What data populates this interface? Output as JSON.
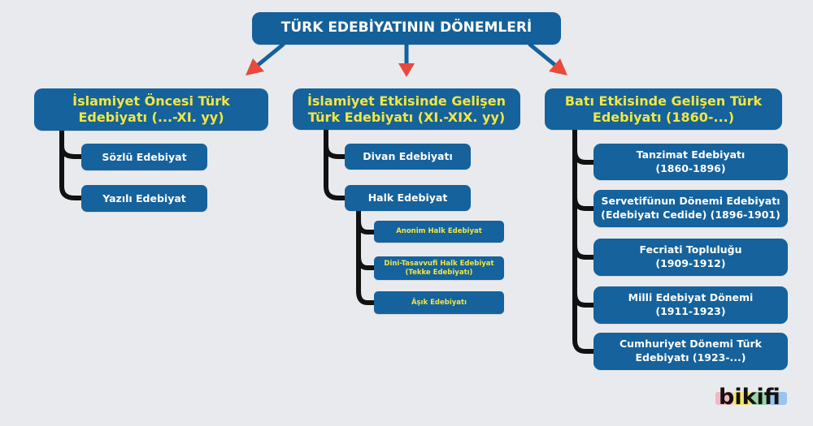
{
  "title": "TÜRK EDEBİYATININ DÖNEMLERİ",
  "categories": [
    {
      "label": "İslamiyet Öncesi Türk\nEdebiyatı (...-XI. yy)",
      "items": [
        "Sözlü Edebiyat",
        "Yazılı Edebiyat"
      ]
    },
    {
      "label": "İslamiyet Etkisinde Gelişen\nTürk Edebiyatı (XI.-XIX. yy)",
      "items": [
        "Divan Edebiyatı",
        "Halk Edebiyat"
      ],
      "subitems": [
        "Anonim Halk Edebiyat",
        "Dini-Tasavvufi Halk Edebiyat\n(Tekke Edebiyatı)",
        "Âşık Edebiyatı"
      ]
    },
    {
      "label": "Batı Etkisinde Gelişen Türk\nEdebiyatı (1860-...)",
      "items": [
        "Tanzimat Edebiyatı\n(1860-1896)",
        "Servetifünun Dönemi Edebiyatı\n(Edebiyatı Cedide) (1896-1901)",
        "Fecriati Topluluğu\n(1909-1912)",
        "Milli Edebiyat Dönemi\n(1911-1923)",
        "Cumhuriyet Dönemi Türk\nEdebiyatı (1923-...)"
      ]
    }
  ],
  "logo": "bikifi",
  "colors": {
    "background": "#e8eaee",
    "box": "#15629c",
    "highlight_text": "#f2e640",
    "arrow_shaft": "#15629c",
    "arrow_head": "#e84a3c",
    "connector": "#111111"
  }
}
